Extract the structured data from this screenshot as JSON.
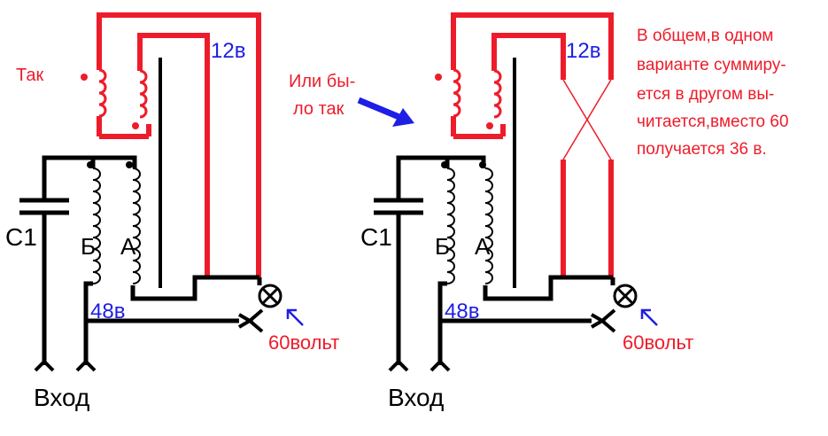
{
  "labels": {
    "tak": "Так",
    "ili_line1": "Или бы-",
    "ili_line2": "ло так",
    "v12": "12в",
    "v48": "48в",
    "v60": "60вольт",
    "c1": "С1",
    "b": "Б",
    "a": "А",
    "vhod": "Вход"
  },
  "note": {
    "line1": "В общем,в одном",
    "line2": "варианте суммиру-",
    "line3": "ется в другом вы-",
    "line4": "читается,вместо 60",
    "line5": "получается  36 в."
  },
  "colors": {
    "red": "#ee1c2a",
    "blue": "#1e1ee6",
    "black": "#000000"
  }
}
